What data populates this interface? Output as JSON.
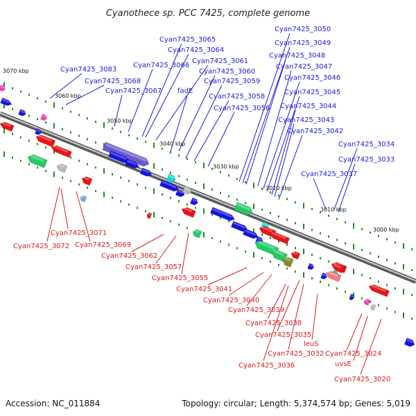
{
  "title": "Cyanothece sp. PCC 7425, complete genome",
  "footer": {
    "accession": "Accession: NC_011884",
    "summary": "Topology: circular; Length: 5,374,574 bp; Genes: 5,019"
  },
  "kbp_labels": [
    "3070 kbp",
    "3060 kbp",
    "3050 kbp",
    "3040 kbp",
    "3030 kbp",
    "3020 kbp",
    "3010 kbp",
    "3000 kbp"
  ],
  "forward_labels": [
    "Cyan7425_3065",
    "Cyan7425_3064",
    "Cyan7425_3083",
    "Cyan7425_3066",
    "Cyan7425_3061",
    "Cyan7425_3068",
    "Cyan7425_3060",
    "Cyan7425_3067",
    "fadE",
    "Cyan7425_3059",
    "Cyan7425_3058",
    "Cyan7425_3056",
    "Cyan7425_3050",
    "Cyan7425_3049",
    "Cyan7425_3048",
    "Cyan7425_3047",
    "Cyan7425_3046",
    "Cyan7425_3045",
    "Cyan7425_3044",
    "Cyan7425_3043",
    "Cyan7425_3042",
    "Cyan7425_3034",
    "Cyan7425_3033",
    "Cyan7425_3037"
  ],
  "reverse_labels": [
    "Cyan7425_3071",
    "Cyan7425_3072",
    "Cyan7425_3069",
    "Cyan7425_3062",
    "Cyan7425_3057",
    "Cyan7425_3055",
    "Cyan7425_3041",
    "Cyan7425_3040",
    "Cyan7425_3039",
    "Cyan7425_3038",
    "Cyan7425_3035",
    "leuS",
    "Cyan7425_3032",
    "Cyan7425_3036",
    "Cyan7425_3024",
    "uvsE",
    "Cyan7425_3020"
  ],
  "colors": {
    "forward": "#1a1ad8",
    "reverse": "#d81a1a",
    "backbone": "#777777",
    "tick": "#1f8a1f",
    "blue_gene": "#1414e0",
    "red_gene": "#e81414"
  }
}
